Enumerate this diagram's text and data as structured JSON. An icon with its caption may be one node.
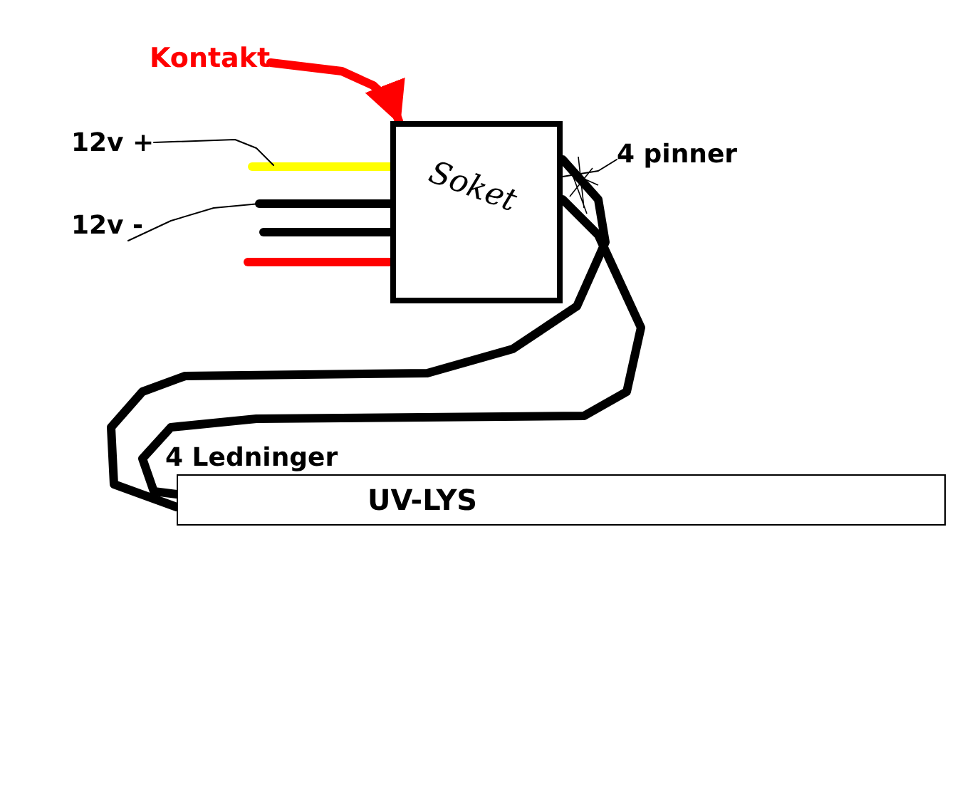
{
  "diagram": {
    "nodes": [
      {
        "text": [
          "Kontakt"
        ]
      },
      {
        "text": [
          "Soket"
        ]
      },
      {
        "text": [
          "12v +"
        ]
      },
      {
        "text": [
          "12v -"
        ]
      },
      {
        "text": [
          "4 pinner"
        ]
      },
      {
        "text": [
          "UV-LYS"
        ]
      }
    ],
    "edges": [
      {
        "from": 0,
        "to": 1,
        "arrow": "to",
        "color": "#ff0000"
      },
      {
        "from": null,
        "to": 1,
        "arrow": "none",
        "color": "#ffff00"
      },
      {
        "from": null,
        "to": 1,
        "arrow": "none"
      },
      {
        "from": null,
        "to": 1,
        "arrow": "none"
      },
      {
        "from": null,
        "to": 1,
        "arrow": "none",
        "color": "#ff0000"
      },
      {
        "from": 2,
        "to": null,
        "arrow": "none"
      },
      {
        "from": 3,
        "to": null,
        "arrow": "none"
      },
      {
        "from": 4,
        "to": 1,
        "arrow": "none"
      },
      {
        "from": 1,
        "to": 5,
        "arrow": "none"
      },
      {
        "from": 1,
        "to": 5,
        "arrow": "none"
      }
    ],
    "labels": [
      "4 Ledninger"
    ]
  }
}
